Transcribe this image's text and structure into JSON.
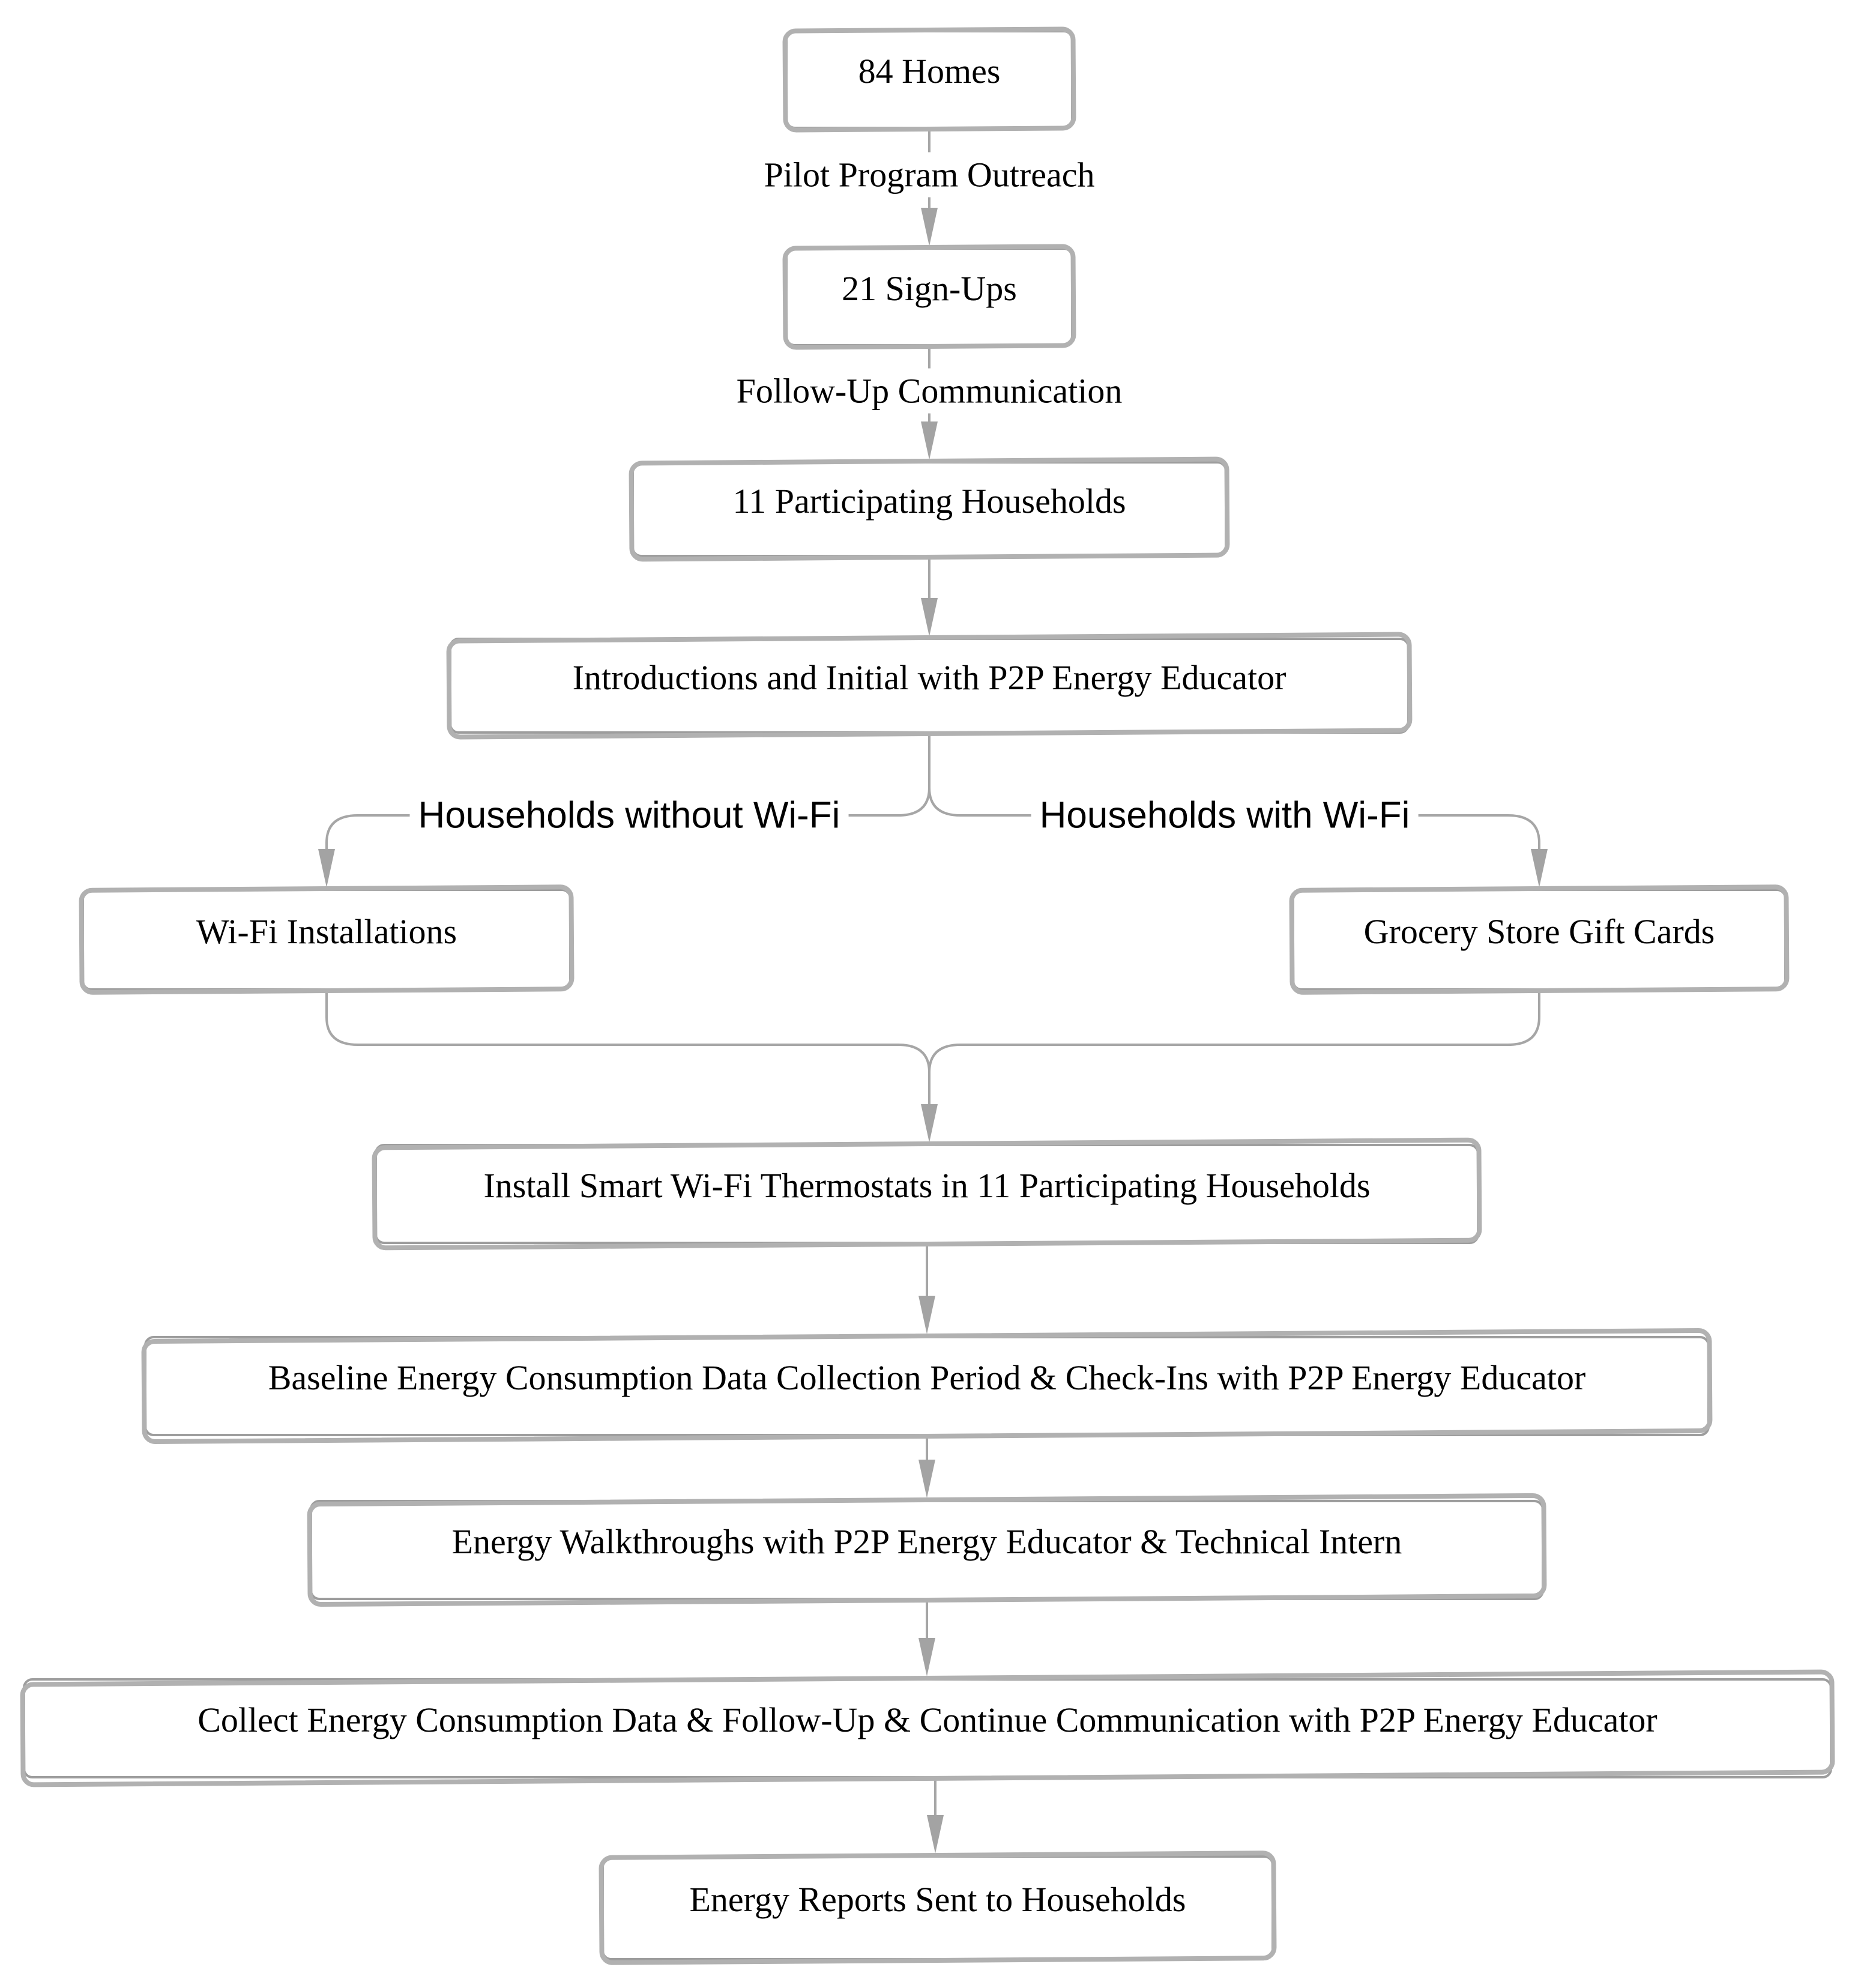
{
  "diagram": {
    "type": "flowchart",
    "direction": "top-down",
    "colors": {
      "background": "#ffffff",
      "node_fill": "#ffffff",
      "node_border": "#9d9d9d",
      "node_shadow": "#b1b1b1",
      "edge_line": "#a6a6a6",
      "arrowhead": "#a3a3a3",
      "text": "#000000"
    },
    "nodes": [
      {
        "id": "homes",
        "label": "84 Homes"
      },
      {
        "id": "signups",
        "label": "21 Sign-Ups"
      },
      {
        "id": "participating",
        "label": "11 Participating Households"
      },
      {
        "id": "introductions",
        "label": "Introductions and Initial with P2P Energy Educator"
      },
      {
        "id": "wifi-installations",
        "label": "Wi-Fi Installations"
      },
      {
        "id": "gift-cards",
        "label": "Grocery Store Gift Cards"
      },
      {
        "id": "install-thermostats",
        "label": "Install Smart Wi-Fi Thermostats in 11 Participating Households"
      },
      {
        "id": "baseline",
        "label": "Baseline Energy Consumption Data Collection Period & Check-Ins with P2P Energy Educator"
      },
      {
        "id": "walkthroughs",
        "label": "Energy Walkthroughs with P2P Energy Educator & Technical Intern"
      },
      {
        "id": "collect",
        "label": "Collect Energy Consumption Data & Follow-Up & Continue Communication with P2P Energy Educator"
      },
      {
        "id": "reports",
        "label": "Energy Reports Sent to Households"
      }
    ],
    "edges": [
      {
        "from": "homes",
        "to": "signups",
        "label": "Pilot Program Outreach"
      },
      {
        "from": "signups",
        "to": "participating",
        "label": "Follow-Up Communication"
      },
      {
        "from": "participating",
        "to": "introductions",
        "label": ""
      },
      {
        "from": "introductions",
        "to": "wifi-installations",
        "label": "Households without Wi-Fi"
      },
      {
        "from": "introductions",
        "to": "gift-cards",
        "label": "Households with Wi-Fi"
      },
      {
        "from": "wifi-installations",
        "to": "install-thermostats",
        "label": ""
      },
      {
        "from": "gift-cards",
        "to": "install-thermostats",
        "label": ""
      },
      {
        "from": "install-thermostats",
        "to": "baseline",
        "label": ""
      },
      {
        "from": "baseline",
        "to": "walkthroughs",
        "label": ""
      },
      {
        "from": "walkthroughs",
        "to": "collect",
        "label": ""
      },
      {
        "from": "collect",
        "to": "reports",
        "label": ""
      }
    ]
  }
}
